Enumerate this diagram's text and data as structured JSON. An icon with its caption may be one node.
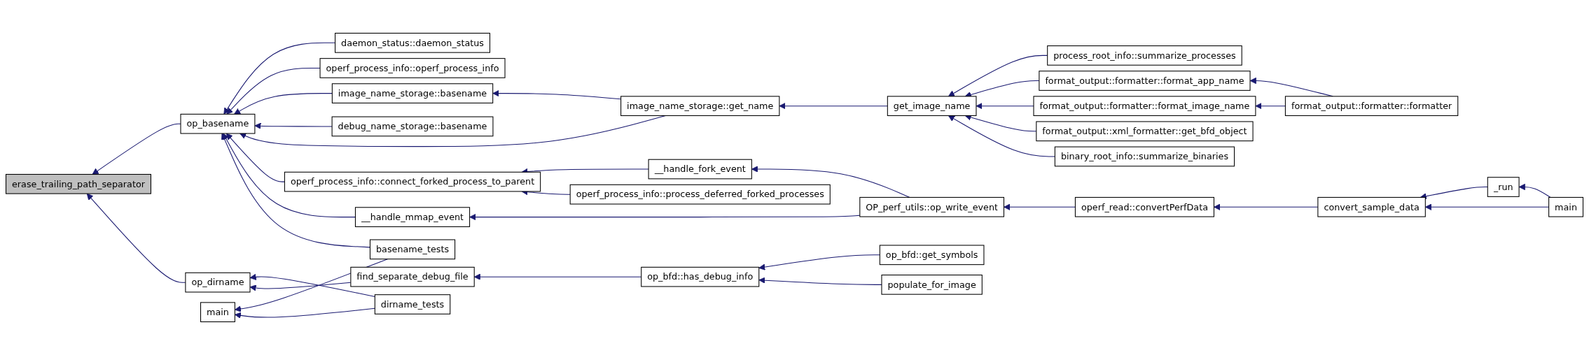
{
  "diagram": {
    "nodes": [
      {
        "text": [
          "erase_trailing_path_separator"
        ]
      },
      {
        "text": [
          "op_basename"
        ]
      },
      {
        "text": [
          "op_dirname"
        ]
      },
      {
        "text": [
          "daemon_status::daemon_status"
        ]
      },
      {
        "text": [
          "operf_process_info::operf_process_info"
        ]
      },
      {
        "text": [
          "image_name_storage::basename"
        ]
      },
      {
        "text": [
          "debug_name_storage::basename"
        ]
      },
      {
        "text": [
          "operf_process_info::connect_forked_process_to_parent"
        ]
      },
      {
        "text": [
          "basename_tests"
        ]
      },
      {
        "text": [
          "dirname_tests"
        ]
      },
      {
        "text": [
          "find_separate_debug_file"
        ]
      },
      {
        "text": [
          "image_name_storage::get_name"
        ]
      },
      {
        "text": [
          "__handle_fork_event"
        ]
      },
      {
        "text": [
          "operf_process_info::process_deferred_forked_processes"
        ]
      },
      {
        "text": [
          "__handle_mmap_event"
        ]
      },
      {
        "text": [
          "main"
        ]
      },
      {
        "text": [
          "op_bfd::has_debug_info"
        ]
      },
      {
        "text": [
          "get_image_name"
        ]
      },
      {
        "text": [
          "OP_perf_utils::op_write_event"
        ]
      },
      {
        "text": [
          "op_bfd::get_symbols"
        ]
      },
      {
        "text": [
          "populate_for_image"
        ]
      },
      {
        "text": [
          "process_root_info::summarize_processes"
        ]
      },
      {
        "text": [
          "format_output::formatter::format_app_name"
        ]
      },
      {
        "text": [
          "format_output::formatter::format_image_name"
        ]
      },
      {
        "text": [
          "format_output::xml_formatter::get_bfd_object"
        ]
      },
      {
        "text": [
          "binary_root_info::summarize_binaries"
        ]
      },
      {
        "text": [
          "operf_read::convertPerfData"
        ]
      },
      {
        "text": [
          "format_output::formatter::formatter"
        ]
      },
      {
        "text": [
          "convert_sample_data"
        ]
      },
      {
        "text": [
          "_run"
        ]
      },
      {
        "text": [
          "main"
        ]
      }
    ],
    "edges": [
      {
        "from": 1,
        "to": 0,
        "arrow": "to"
      },
      {
        "from": 2,
        "to": 0,
        "arrow": "to"
      },
      {
        "from": 3,
        "to": 1,
        "arrow": "to"
      },
      {
        "from": 4,
        "to": 1,
        "arrow": "to"
      },
      {
        "from": 5,
        "to": 1,
        "arrow": "to"
      },
      {
        "from": 6,
        "to": 1,
        "arrow": "to"
      },
      {
        "from": 11,
        "to": 1,
        "arrow": "to"
      },
      {
        "from": 7,
        "to": 1,
        "arrow": "to"
      },
      {
        "from": 14,
        "to": 1,
        "arrow": "to"
      },
      {
        "from": 8,
        "to": 1,
        "arrow": "to"
      },
      {
        "from": 9,
        "to": 2,
        "arrow": "to"
      },
      {
        "from": 10,
        "to": 2,
        "arrow": "to"
      },
      {
        "from": 11,
        "to": 5,
        "arrow": "to"
      },
      {
        "from": 12,
        "to": 7,
        "arrow": "to"
      },
      {
        "from": 13,
        "to": 7,
        "arrow": "to"
      },
      {
        "from": 8,
        "to": 15,
        "arrow": "to"
      },
      {
        "from": 9,
        "to": 15,
        "arrow": "to"
      },
      {
        "from": 16,
        "to": 10,
        "arrow": "to"
      },
      {
        "from": 17,
        "to": 11,
        "arrow": "to"
      },
      {
        "from": 18,
        "to": 12,
        "arrow": "to"
      },
      {
        "from": 18,
        "to": 14,
        "arrow": "to"
      },
      {
        "from": 19,
        "to": 16,
        "arrow": "to"
      },
      {
        "from": 20,
        "to": 16,
        "arrow": "to"
      },
      {
        "from": 21,
        "to": 17,
        "arrow": "to"
      },
      {
        "from": 22,
        "to": 17,
        "arrow": "to"
      },
      {
        "from": 23,
        "to": 17,
        "arrow": "to"
      },
      {
        "from": 24,
        "to": 17,
        "arrow": "to"
      },
      {
        "from": 25,
        "to": 17,
        "arrow": "to"
      },
      {
        "from": 27,
        "to": 22,
        "arrow": "to"
      },
      {
        "from": 27,
        "to": 23,
        "arrow": "to"
      },
      {
        "from": 26,
        "to": 18,
        "arrow": "to"
      },
      {
        "from": 28,
        "to": 26,
        "arrow": "to"
      },
      {
        "from": 29,
        "to": 28,
        "arrow": "to"
      },
      {
        "from": 30,
        "to": 28,
        "arrow": "to"
      },
      {
        "from": 30,
        "to": 29,
        "arrow": "to"
      }
    ]
  }
}
